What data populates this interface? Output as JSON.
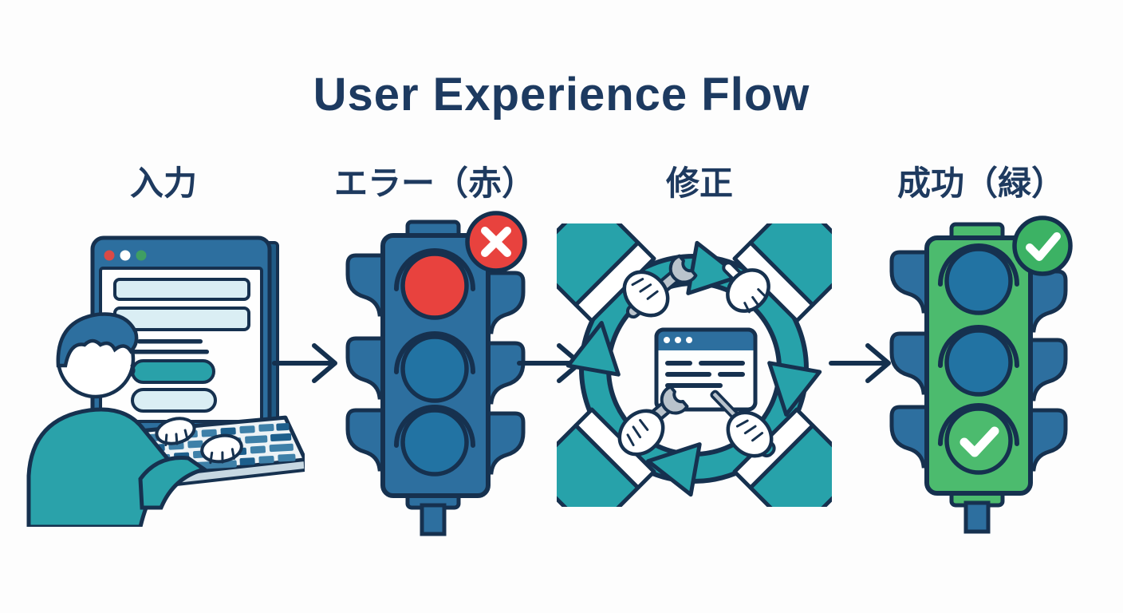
{
  "title": "User Experience Flow",
  "stages": [
    {
      "id": "input",
      "label": "入力",
      "illustration": "person-typing-form-icon"
    },
    {
      "id": "error",
      "label": "エラー（赤）",
      "illustration": "traffic-light-red-icon",
      "badge": "x-mark-badge"
    },
    {
      "id": "fix",
      "label": "修正",
      "illustration": "repair-cycle-hands-tools-icon"
    },
    {
      "id": "success",
      "label": "成功（緑）",
      "illustration": "traffic-light-green-icon",
      "badge": "check-mark-badge"
    }
  ],
  "connectors": [
    {
      "type": "arrow-right"
    },
    {
      "type": "arrow-right"
    },
    {
      "type": "arrow-right"
    }
  ],
  "colors": {
    "background": "#fdfdfd",
    "title_navy": "#1d3a60",
    "outline_navy": "#16314f",
    "blue": "#2d6f9f",
    "light_blue": "#2273a3",
    "pale_blue_fill": "#daeef4",
    "teal": "#27a2aa",
    "red": "#e8423e",
    "green": "#4cbb6e",
    "badge_green": "#3cb264",
    "tool_gray": "#b9c3cc",
    "white": "#ffffff"
  }
}
